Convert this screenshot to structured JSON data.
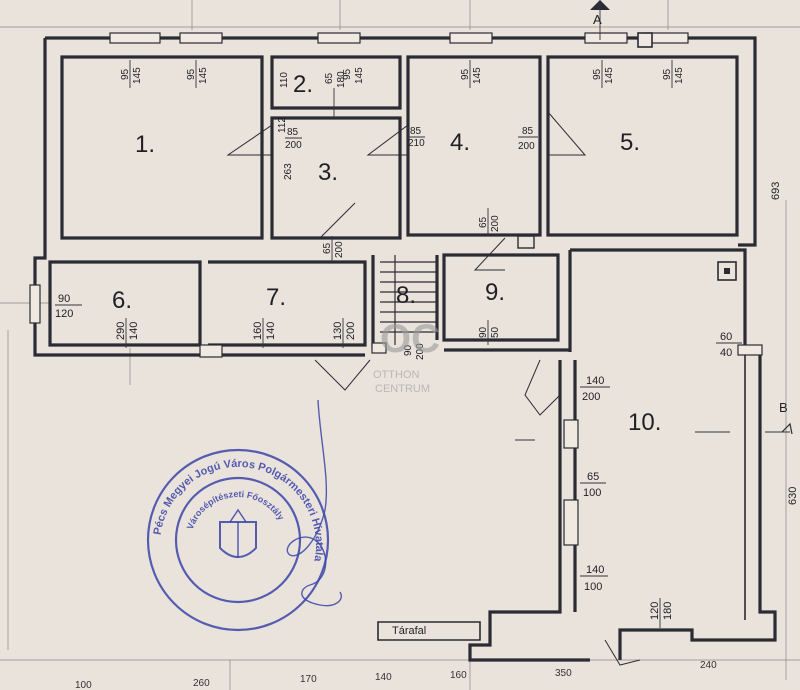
{
  "rooms": [
    {
      "id": "1",
      "label": "1."
    },
    {
      "id": "2",
      "label": "2."
    },
    {
      "id": "3",
      "label": "3."
    },
    {
      "id": "4",
      "label": "4."
    },
    {
      "id": "5",
      "label": "5."
    },
    {
      "id": "6",
      "label": "6."
    },
    {
      "id": "7",
      "label": "7."
    },
    {
      "id": "8",
      "label": "8."
    },
    {
      "id": "9",
      "label": "9."
    },
    {
      "id": "10",
      "label": "10."
    }
  ],
  "openings": {
    "r1_w1": {
      "top": "95",
      "bottom": "145"
    },
    "r1_w2": {
      "top": "95",
      "bottom": "145"
    },
    "r2_w1": {
      "top": "110",
      "bottom": ""
    },
    "r2_w2": {
      "top": "65",
      "bottom": "180"
    },
    "r2_w3": {
      "top": "95",
      "bottom": "145"
    },
    "r4_w1": {
      "top": "95",
      "bottom": "145"
    },
    "r5_w1": {
      "top": "95",
      "bottom": "145"
    },
    "r5_w2": {
      "top": "95",
      "bottom": "145"
    },
    "r3_d_top": {
      "top": "85",
      "bottom": "200"
    },
    "r3_small": {
      "top": "",
      "bottom": "112"
    },
    "r3_left": {
      "top": "",
      "bottom": "263"
    },
    "r4_d_left": {
      "top": "85",
      "bottom": "210"
    },
    "r4_d_right": {
      "top": "85",
      "bottom": "200"
    },
    "r4_d_bottom": {
      "top": "65",
      "bottom": "200"
    },
    "r3_d_bottom": {
      "top": "65",
      "bottom": "200"
    },
    "r6_w": {
      "top": "90",
      "bottom": "120"
    },
    "r6_d": {
      "top": "290",
      "bottom": "140"
    },
    "r7_w": {
      "top": "160",
      "bottom": "140"
    },
    "r7_d": {
      "top": "130",
      "bottom": "200"
    },
    "r8_d": {
      "top": "90",
      "bottom": "200"
    },
    "r9_d": {
      "top": "90",
      "bottom": "50"
    },
    "r10_tr": {
      "top": "60",
      "bottom": "40"
    },
    "r10_w1": {
      "top": "140",
      "bottom": "200"
    },
    "r10_w2": {
      "top": "65",
      "bottom": "100"
    },
    "r10_w3": {
      "top": "140",
      "bottom": "100"
    },
    "r10_bottom": {
      "top": "120",
      "bottom": "180"
    }
  },
  "side_dims": {
    "right_top": "693",
    "right_bottom": "630"
  },
  "section_mark": {
    "a": "A",
    "b": "B"
  },
  "terrace_label": "Tárafal",
  "bottom_ruler": [
    "100",
    "260",
    "170",
    "140",
    "160",
    "350",
    "240"
  ],
  "watermark": {
    "line1": "OTTHON",
    "line2": "CENTRUM"
  },
  "stamp": {
    "outer": "Pécs Megyei Jogú Város Polgármesteri Hivatala",
    "inner": "Városépítészeti Főosztály"
  },
  "colors": {
    "paper": "#e9e3dc",
    "ink": "#2b2b33",
    "stamp": "#3b44a8"
  }
}
